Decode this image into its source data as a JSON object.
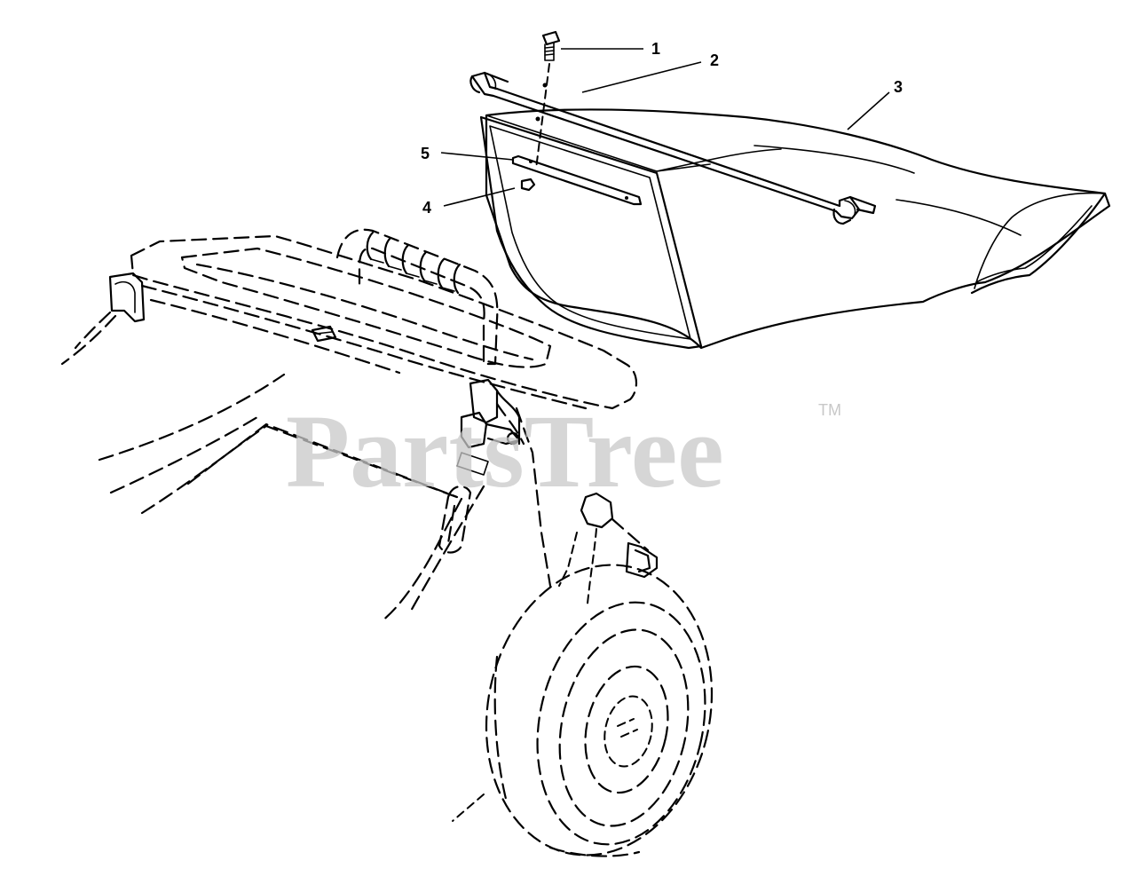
{
  "watermark": {
    "text": "PartsTree",
    "trademark": "TM"
  },
  "callouts": [
    {
      "number": "1"
    },
    {
      "number": "2"
    },
    {
      "number": "3"
    },
    {
      "number": "4"
    },
    {
      "number": "5"
    }
  ]
}
